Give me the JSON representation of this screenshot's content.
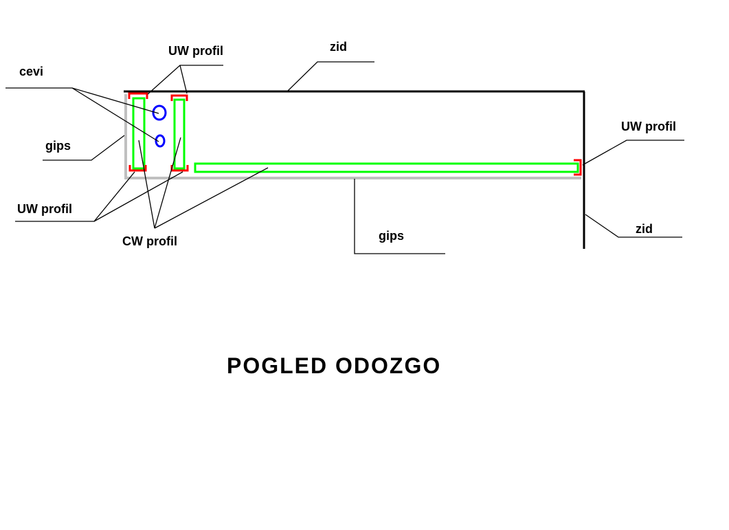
{
  "title": "POGLED ODOZGO",
  "labels": {
    "uw_top": "UW profil",
    "zid_top": "zid",
    "cevi": "cevi",
    "gips_left": "gips",
    "uw_right": "UW profil",
    "uw_left": "UW profil",
    "cw": "CW profil",
    "gips_bottom": "gips",
    "zid_right": "zid"
  },
  "colors": {
    "wall": "#000000",
    "gips": "#c0c0c0",
    "cw": "#00ff00",
    "uw": "#ff0000",
    "pipe": "#0000ff"
  }
}
